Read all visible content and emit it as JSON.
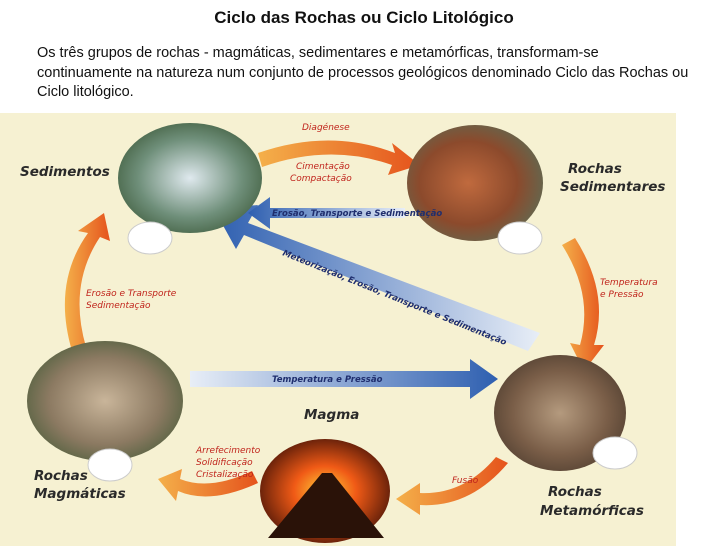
{
  "title": "Ciclo das Rochas ou Ciclo Litológico",
  "intro": "Os três grupos de rochas - magmáticas, sedimentares e metamórficas, transformam-se continuamente na natureza num conjunto de processos geológicos denominado Ciclo das Rochas ou Ciclo litológico.",
  "nodes": {
    "sedimentos": "Sedimentos",
    "sedimentares_1": "Rochas",
    "sedimentares_2": "Sedimentares",
    "metamorficas_1": "Rochas",
    "metamorficas_2": "Metamórficas",
    "magmaticas_1": "Rochas",
    "magmaticas_2": "Magmáticas",
    "magma": "Magma"
  },
  "processes": {
    "diagenese": "Diagénese",
    "cimentacao": "Cimentação",
    "compactacao": "Compactação",
    "top_return": "Erosão, Transporte e Sedimentação",
    "diagonal": "Meteorização, Erosão, Transporte e Sedimentação",
    "temp_pressao_right_1": "Temperatura",
    "temp_pressao_right_2": "e Pressão",
    "temp_pressao_center": "Temperatura e Pressão",
    "erosao_1": "Erosão e Transporte",
    "erosao_2": "Sedimentação",
    "arrefecimento": "Arrefecimento",
    "solidificacao": "Solidificação",
    "cristalizacao": "Cristalização",
    "fusao": "Fusão"
  },
  "colors": {
    "panel": "#f6f1d2",
    "arrow_orange": "#f07a2a",
    "arrow_blue": "#2e5fb0",
    "process_text": "#c0241c"
  }
}
